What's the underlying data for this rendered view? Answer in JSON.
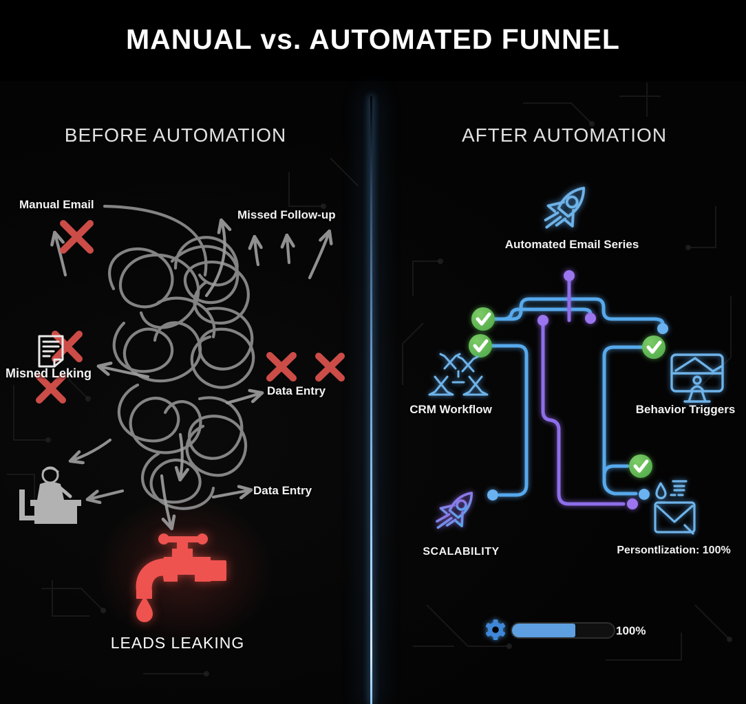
{
  "title": "MANUAL vs. AUTOMATED FUNNEL",
  "colors": {
    "background": "#060606",
    "accent_blue": "#57a9ec",
    "accent_purple": "#8d6ee9",
    "accent_green": "#62bd58",
    "accent_red": "#d7504b",
    "scribble_gray": "#9f9f9f",
    "progress_fill": "#5d9fe0"
  },
  "left_panel": {
    "header": "BEFORE AUTOMATION",
    "labels": {
      "manual_email": "Manual Email",
      "missed_followup": "Missed Follow-up",
      "misned_leking": "Misned Leking",
      "data_entry_upper": "Data Entry",
      "data_entry_lower": "Data Entry",
      "leads_leaking": "LEADS LEAKING"
    },
    "icons": [
      "x-mark-icon",
      "document-icon",
      "person-desk-icon",
      "faucet-icon",
      "drop-icon",
      "tangled-arrows"
    ]
  },
  "right_panel": {
    "header": "AFTER AUTOMATION",
    "labels": {
      "automated_email_series": "Automated Email Series",
      "crm_workflow": "CRM Workflow",
      "behavior_triggers": "Behavior Triggers",
      "scalability": "SCALABILITY",
      "personalization": "Persontlization: 100%"
    },
    "icons": [
      "rocket-icon",
      "check-icon",
      "network-icon",
      "monitor-chart-icon",
      "rocket-gradient-icon",
      "envelope-icon",
      "gear-icon"
    ],
    "progress": {
      "label": "100%",
      "fill_style": "width:62%"
    }
  }
}
